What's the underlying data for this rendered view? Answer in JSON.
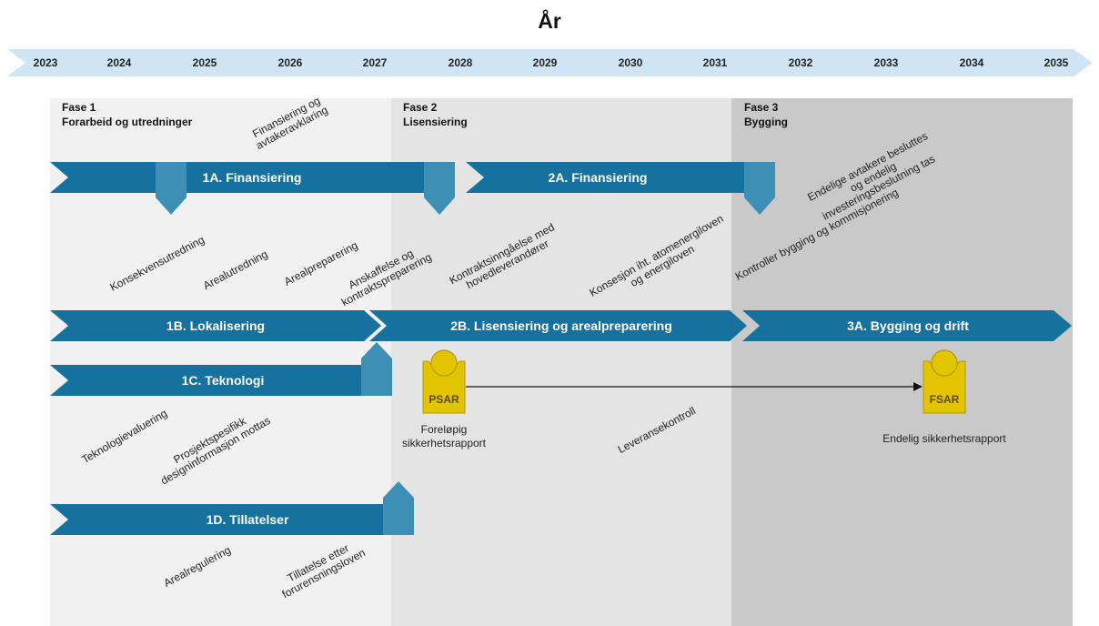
{
  "title": "År",
  "timeline": {
    "years": [
      "2023",
      "2024",
      "2025",
      "2026",
      "2027",
      "2028",
      "2029",
      "2030",
      "2031",
      "2032",
      "2033",
      "2034",
      "2035"
    ]
  },
  "phases": [
    {
      "number": "Fase 1",
      "name": "Forarbeid og utredninger"
    },
    {
      "number": "Fase 2",
      "name": "Lisensiering"
    },
    {
      "number": "Fase 3",
      "name": "Bygging"
    }
  ],
  "bars": {
    "b1a": "1A. Finansiering",
    "b2a": "2A. Finansiering",
    "b1b": "1B. Lokalisering",
    "b2b": "2B. Lisensiering og arealpreparering",
    "b3a": "3A. Bygging og drift",
    "b1c": "1C. Teknologi",
    "b1d": "1D. Tillatelser"
  },
  "annotations": {
    "finansiering_avtaker": [
      "Finansiering og",
      "avtakeravklaring"
    ],
    "endelige_avtakere": [
      "Endelige avtakere besluttes",
      "og endelig",
      "investeringsbeslutning tas"
    ],
    "konsekvens": [
      "Konsekvensutredning"
    ],
    "arealutredning": [
      "Arealutredning"
    ],
    "arealpreparering": [
      "Arealpreparering"
    ],
    "anskaffelse": [
      "Anskaffelse og",
      "kontraktspreparering"
    ],
    "kontrakt": [
      "Kontraktsinngåelse med",
      "hovedleverandører"
    ],
    "konsesjon": [
      "Konsesjon iht. atomenergiloven",
      "og energiloven"
    ],
    "kontroller": [
      "Kontroller bygging og kommisjonering"
    ],
    "teknologievaluering": [
      "Teknologievaluering"
    ],
    "prosjektspesifikk": [
      "Prosjektspesifikk",
      "designinformasjon mottas"
    ],
    "leveransekontroll": [
      "Leveransekontroll"
    ],
    "arealregulering": [
      "Arealregulering"
    ],
    "tillatelse": [
      "Tillatelse etter",
      "forurensningsloven"
    ]
  },
  "milestones": {
    "psar": {
      "code": "PSAR",
      "caption": [
        "Foreløpig",
        "sikkerhetsrapport"
      ]
    },
    "fsar": {
      "code": "FSAR",
      "caption": [
        "Endelig sikkerhetsrapport"
      ]
    }
  },
  "colors": {
    "bar": "#16719e",
    "bar_light": "#3e8fb6",
    "timeline": "#cfe5f6",
    "phase1_bg": "#f1f1f1",
    "phase2_bg": "#e4e4e4",
    "phase3_bg": "#c9c9c9",
    "gate": "#e2c400",
    "gate_stroke": "#b59c00"
  }
}
